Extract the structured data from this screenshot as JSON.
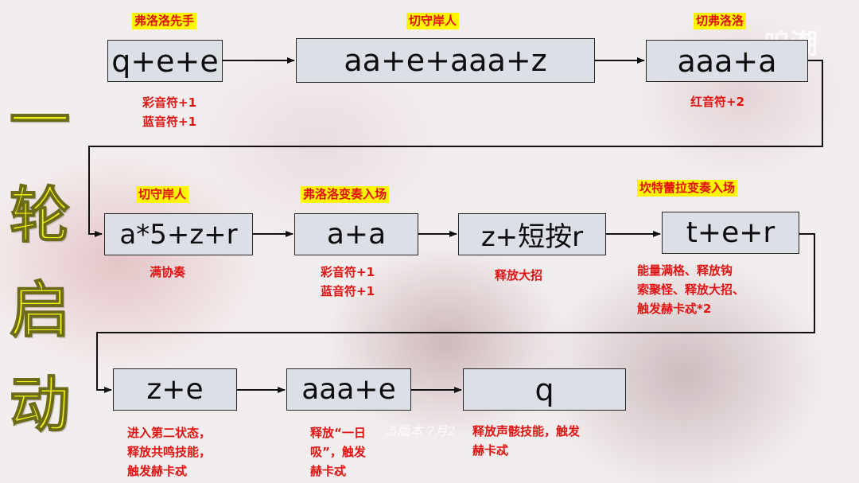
{
  "title_chars": [
    "一",
    "轮",
    "启",
    "动"
  ],
  "rows": [
    {
      "steps": [
        {
          "tag": "弗洛洛先手",
          "action": "q+e+e",
          "notes": [
            "彩音符+1",
            "蓝音符+1"
          ]
        },
        {
          "tag": "切守岸人",
          "action": "aa+e+aaa+z",
          "notes": []
        },
        {
          "tag": "切弗洛洛",
          "action": "aaa+a",
          "notes": [
            "红音符+2"
          ]
        }
      ]
    },
    {
      "steps": [
        {
          "tag": "切守岸人",
          "action": "a*5+z+r",
          "notes": [
            "满协奏"
          ]
        },
        {
          "tag": "弗洛洛变奏入场",
          "action": "a+a",
          "notes": [
            "彩音符+1",
            "蓝音符+1"
          ]
        },
        {
          "tag": "",
          "action": "z+短按r",
          "notes": [
            "释放大招"
          ]
        },
        {
          "tag": "坎特蕾拉变奏入场",
          "action": "t+e+r",
          "notes": [
            "能量满格、释放钩",
            "索聚怪、释放大招、",
            "触发赫卡忒*2"
          ]
        }
      ]
    },
    {
      "steps": [
        {
          "tag": "",
          "action": "z+e",
          "notes": [
            "进入第二状态，",
            "释放共鸣技能，",
            "触发赫卡忒"
          ]
        },
        {
          "tag": "",
          "action": "aaa+e",
          "notes": [
            "释放“一日",
            "吸”，触发",
            "赫卡忒"
          ]
        },
        {
          "tag": "",
          "action": "q",
          "notes": [
            "释放声骸技能，触发",
            "赫卡忒"
          ]
        }
      ]
    }
  ],
  "colors": {
    "title": "#f4f214",
    "tag_bg": "#fff500",
    "tag_text": "#e10d0d",
    "note_text": "#e11414",
    "box_bg": "#dcdfe6"
  }
}
